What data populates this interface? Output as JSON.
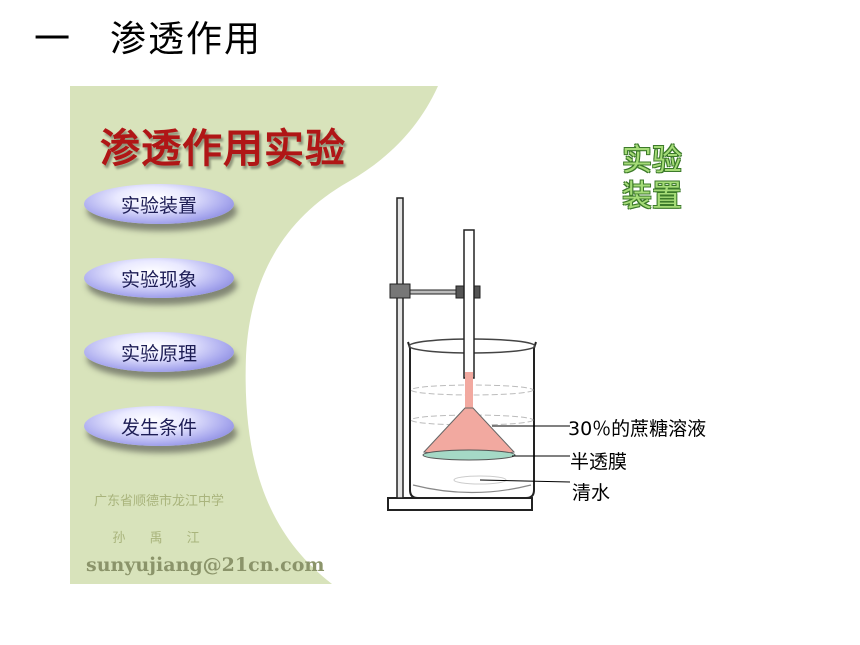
{
  "slide": {
    "number": "一",
    "title": "渗透作用"
  },
  "panel": {
    "title": "渗透作用实验",
    "buttons": [
      "实验装置",
      "实验现象",
      "实验原理",
      "发生条件"
    ],
    "school": "广东省顺德市龙江中学",
    "author": "孙 禹 江",
    "email": "sunyujiang@21cn.com",
    "bg_color": "#d8e3bb"
  },
  "diagram": {
    "heading_line1": "实验",
    "heading_line2": "装置",
    "labels": {
      "solution": "30％的蔗糖溶液",
      "membrane": "半透膜",
      "water": "清水"
    },
    "colors": {
      "solution": "#f2a9a0",
      "membrane": "#a5d9c6",
      "heading": "#a6dc78"
    }
  }
}
